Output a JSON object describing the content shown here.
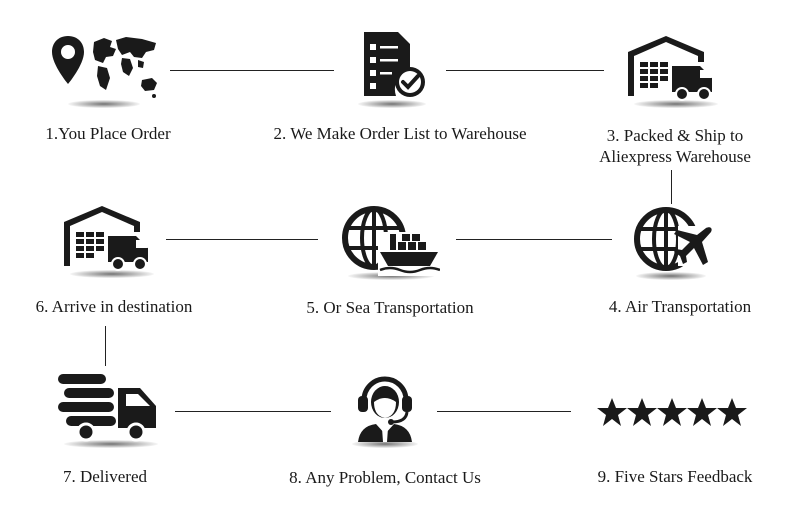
{
  "steps": [
    {
      "label": "1.You Place Order",
      "icon": "map-location-pin-icon"
    },
    {
      "label": "2. We Make Order List to Warehouse",
      "icon": "checklist-document-icon"
    },
    {
      "label_line1": "3. Packed & Ship to",
      "label_line2": "Aliexpress Warehouse",
      "icon": "warehouse-truck-icon"
    },
    {
      "label": "4. Air Transportation",
      "icon": "globe-airplane-icon"
    },
    {
      "label": "5. Or Sea Transportation",
      "icon": "globe-ship-icon"
    },
    {
      "label": "6. Arrive in destination",
      "icon": "warehouse-truck-icon"
    },
    {
      "label": "7. Delivered",
      "icon": "delivery-truck-icon"
    },
    {
      "label": "8. Any Problem, Contact Us",
      "icon": "customer-service-headset-icon"
    },
    {
      "label": "9. Five Stars Feedback",
      "icon": "five-stars-icon"
    }
  ],
  "colors": {
    "icon": "#1a1a1a",
    "line": "#222222",
    "background": "#ffffff"
  }
}
